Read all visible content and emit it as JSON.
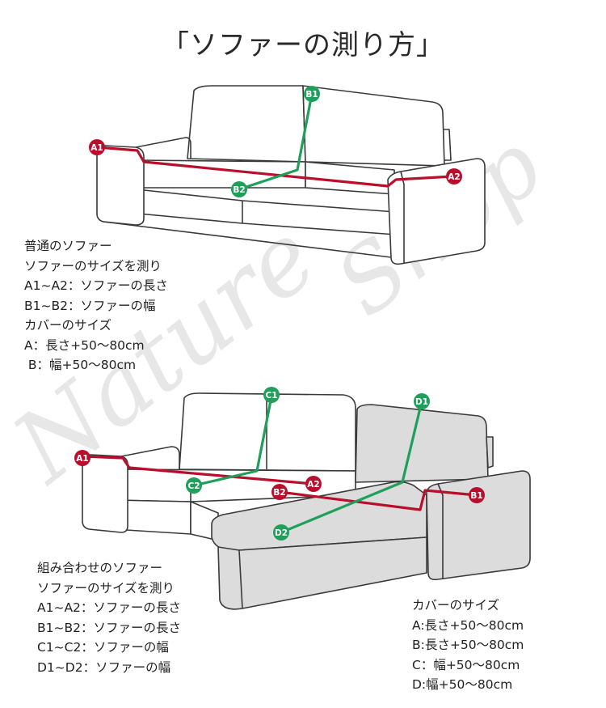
{
  "title": "「ソファーの測り方」",
  "watermark": {
    "line1": "Nature",
    "line2": "Shop"
  },
  "labels": {
    "normal": {
      "a1": "A1",
      "a2": "A2",
      "b1": "B1",
      "b2": "B2"
    },
    "combo": {
      "a1": "A1",
      "a2": "A2",
      "b1": "B1",
      "b2": "B2",
      "c1": "C1",
      "c2": "C2",
      "d1": "D1",
      "d2": "D2"
    }
  },
  "normal_sofa": {
    "lines": [
      "普通のソファー",
      "ソファーのサイズを測り",
      "A1~A2：ソファーの長さ",
      "B1~B2：ソファーの幅",
      "カバーのサイズ",
      "A：長さ+50～80cm",
      " B：幅+50～80cm"
    ]
  },
  "combo_sofa": {
    "lines": [
      "組み合わせのソファー",
      "ソファーのサイズを測り",
      "A1~A2：ソファーの長さ",
      "B1~B2：ソファーの長さ",
      "C1~C2：ソファーの幅",
      "D1~D2：ソファーの幅"
    ]
  },
  "cover_size": {
    "lines": [
      "カバーのサイズ",
      "A:長さ+50～80cm",
      "B:長さ+50～80cm",
      "C：幅+50～80cm",
      "D:幅+50～80cm"
    ]
  },
  "colors": {
    "red": "#b8102c",
    "green": "#1fa05a",
    "outline": "#3a3a3a",
    "chaise_fill": "#dcdcdc",
    "watermark": "#d0d0d0"
  }
}
